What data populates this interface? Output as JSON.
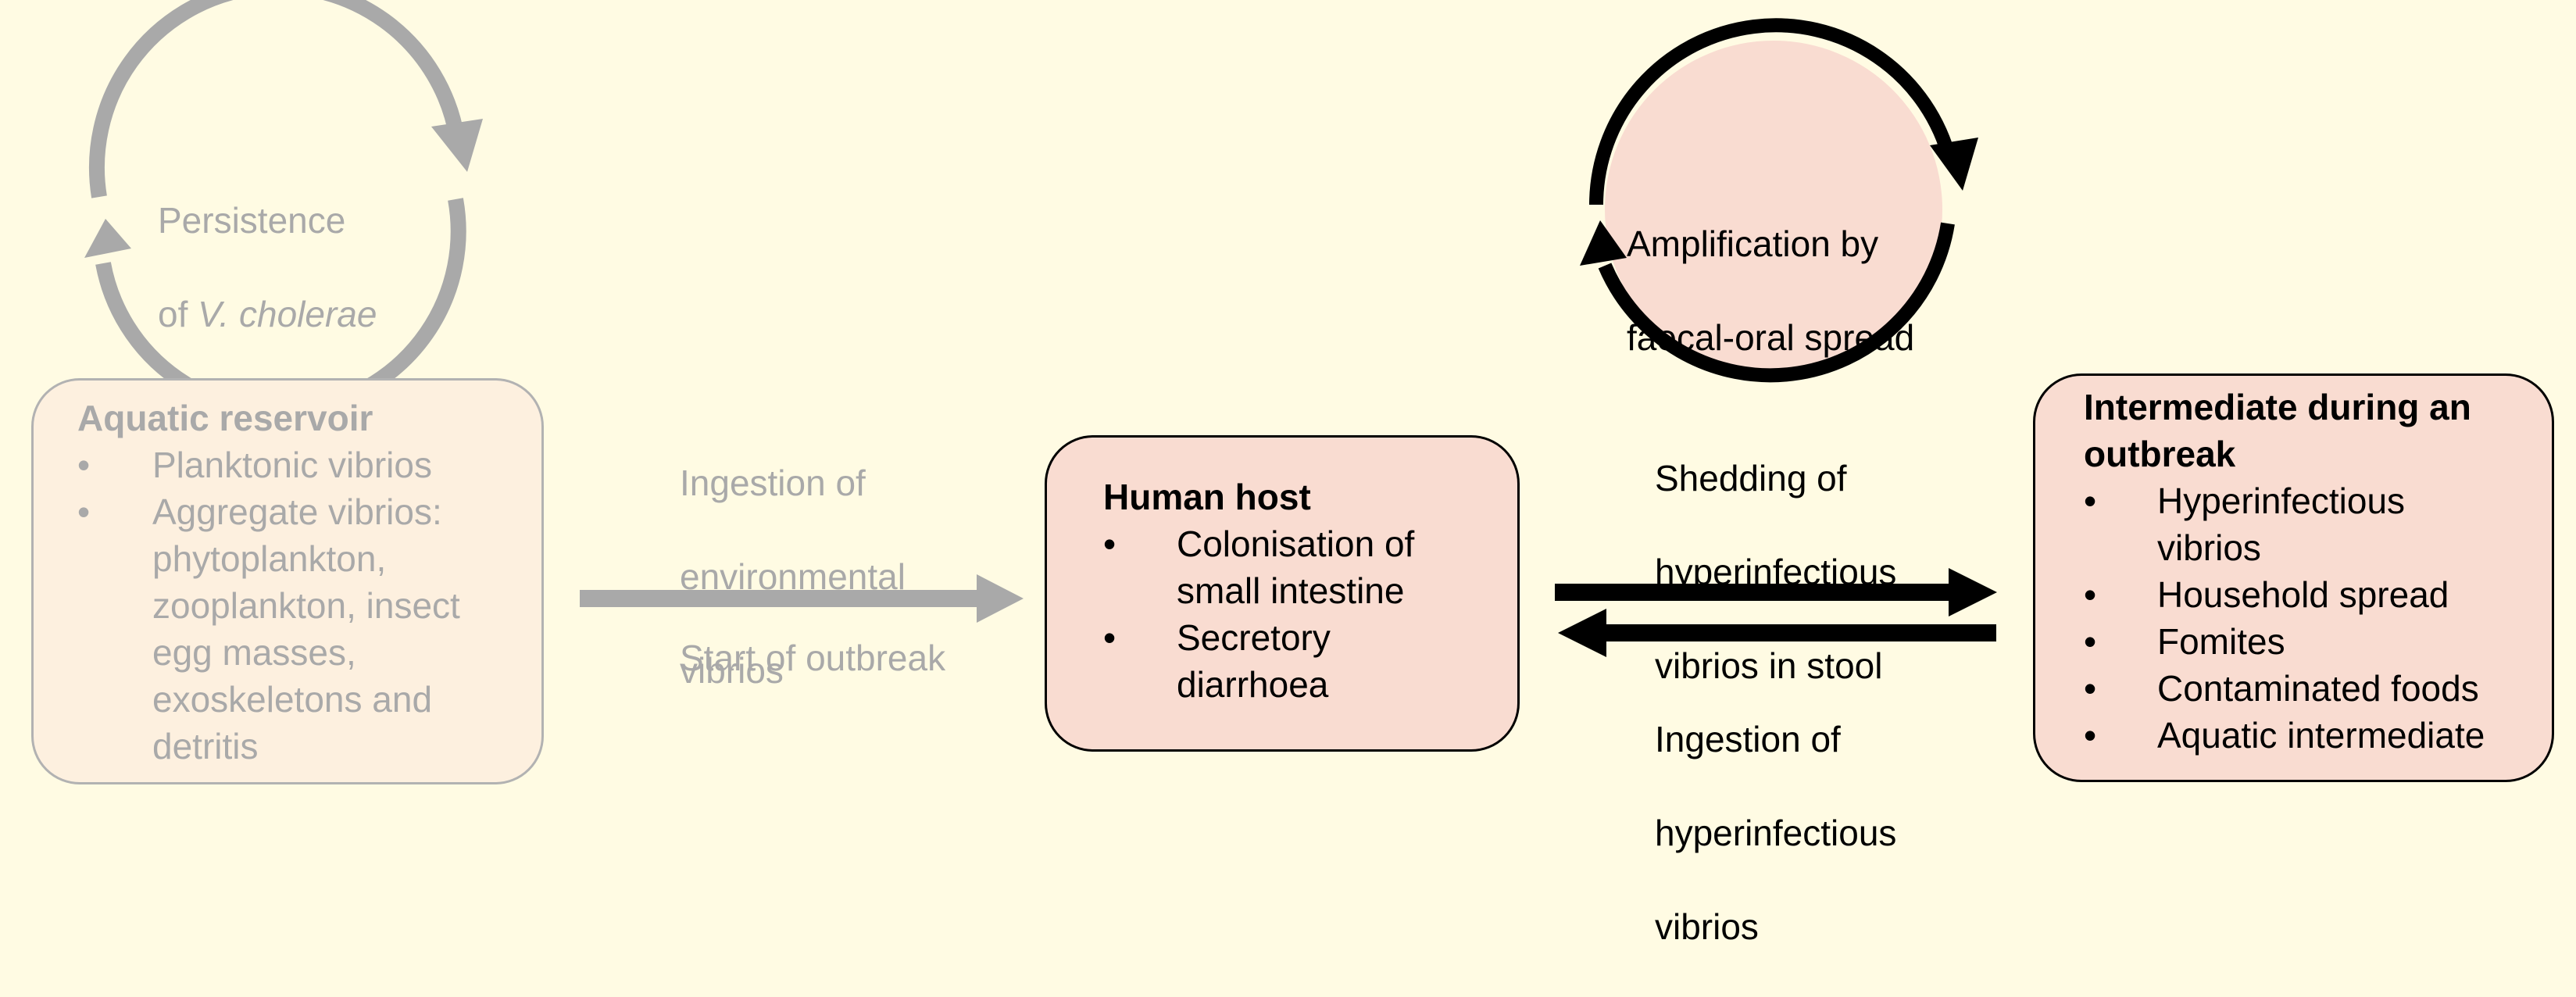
{
  "colors": {
    "background": "#fffbe3",
    "faded_box_fill": "#fdf0df",
    "faded_stroke": "#b2b2b2",
    "faded_text": "#a9a9a9",
    "active_box_fill": "#f9dcd1",
    "active_stroke": "#000000"
  },
  "persistence_cycle": {
    "line1": "Persistence",
    "line2_prefix": "of ",
    "line2_italic": "V. cholerae"
  },
  "amplification_cycle": {
    "line1": "Amplification by",
    "line2": "faecal-oral spread"
  },
  "aquatic_reservoir": {
    "title": "Aquatic reservoir",
    "items": [
      "Planktonic vibrios",
      "Aggregate vibrios: phytoplankton, zooplankton, insect egg masses, exoskeletons and detritis"
    ],
    "item_lines": [
      [
        "Planktonic vibrios"
      ],
      [
        "Aggregate vibrios:",
        "phytoplankton,",
        "zooplankton, insect",
        "egg masses,",
        "exoskeletons and",
        "detritis"
      ]
    ],
    "bullet": "•"
  },
  "human_host": {
    "title": "Human host",
    "items": [
      "Colonisation of small intestine",
      "Secretory diarrhoea"
    ],
    "item_lines": [
      [
        "Colonisation of",
        "small intestine"
      ],
      [
        "Secretory",
        "diarrhoea"
      ]
    ],
    "bullet": "•"
  },
  "intermediate": {
    "title_line1": "Intermediate during an",
    "title_line2": "outbreak",
    "items": [
      "Hyperinfectious vibrios",
      "Household spread",
      "Fomites",
      "Contaminated foods",
      "Aquatic intermediate"
    ],
    "item_lines": [
      [
        "Hyperinfectious",
        "vibrios"
      ],
      [
        "Household spread"
      ],
      [
        "Fomites"
      ],
      [
        "Contaminated foods"
      ],
      [
        "Aquatic intermediate"
      ]
    ],
    "bullet": "•"
  },
  "ingestion_environmental": {
    "lines": [
      "Ingestion of",
      "environmental",
      "vibrios"
    ]
  },
  "start_of_outbreak": "Start of outbreak",
  "shedding": {
    "lines": [
      "Shedding of",
      "hyperinfectious",
      "vibrios in stool"
    ]
  },
  "ingestion_hyperinfectious": {
    "lines": [
      "Ingestion of",
      "hyperinfectious",
      "vibrios"
    ]
  }
}
